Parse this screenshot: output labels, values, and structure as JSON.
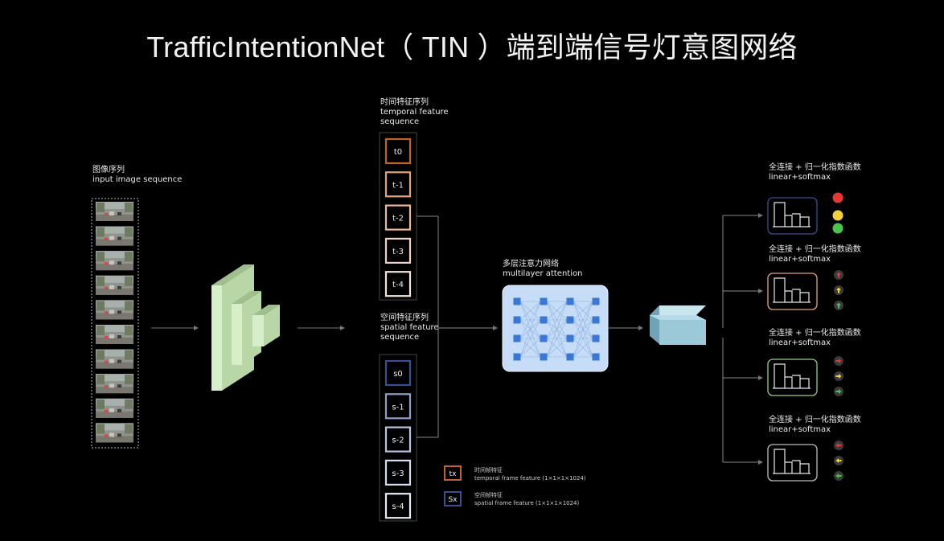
{
  "title": "TrafficIntentionNet（ TIN ）端到端信号灯意图网络",
  "input": {
    "zh": "图像序列",
    "en": "input image sequence",
    "frame_count": 10
  },
  "temporal": {
    "zh": "时间特征序列",
    "en1": "temporal feature",
    "en2": "sequence",
    "boxes": [
      "t0",
      "t-1",
      "t-2",
      "t-3",
      "t-4"
    ],
    "colors": [
      "#c0632a",
      "#e0a37a",
      "#eab998",
      "#eed3c2",
      "#f2e4d9"
    ]
  },
  "spatial": {
    "zh": "空间特征序列",
    "en1": "spatial feature",
    "en2": "sequence",
    "boxes": [
      "s0",
      "s-1",
      "s-2",
      "s-3",
      "s-4"
    ],
    "colors": [
      "#3b4f8f",
      "#8f9ec8",
      "#b8c3e0",
      "#d3dbee",
      "#e6ebf6"
    ]
  },
  "attention": {
    "zh": "多层注意力网络",
    "en": "multilayer attention"
  },
  "heads": [
    {
      "zh": "全连接 + 归一化指数函数",
      "en": "linear+softmax",
      "color": "#3b4f8f"
    },
    {
      "zh": "全连接 + 归一化指数函数",
      "en": "linear+softmax",
      "color": "#e0a37a"
    },
    {
      "zh": "全连接 + 归一化指数函数",
      "en": "linear+softmax",
      "color": "#8fd17a"
    },
    {
      "zh": "全连接 + 归一化指数函数",
      "en": "linear+softmax",
      "color": "#bdbdbd"
    }
  ],
  "legend": [
    {
      "symbol": "tx",
      "zh": "时间帧特征",
      "en": "temporal frame feature (1×1×1×1024)",
      "color": "#c0632a"
    },
    {
      "symbol": "Sx",
      "zh": "空间帧特征",
      "en": "spatial frame feature (1×1×1×1024)",
      "color": "#3b4f8f"
    }
  ],
  "colors": {
    "cnn_front": "#d7efc9",
    "cnn_side": "#b9d6a6",
    "cnn_top": "#9fbf8c",
    "tensor_front": "#9cc9d8",
    "tensor_top": "#c9e6ef",
    "tensor_side": "#6fa3b5",
    "attention_bg": "#c7dcf6",
    "node": "#3a78d6",
    "red": "#e53935",
    "yellow": "#f4d13a",
    "green": "#4cc64a"
  }
}
